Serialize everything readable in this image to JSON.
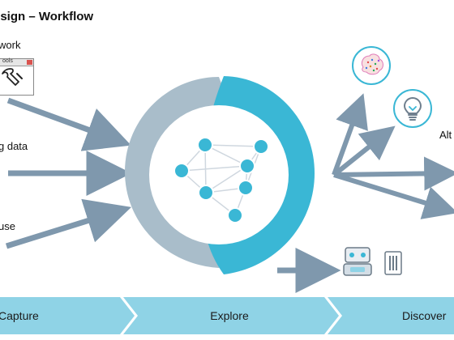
{
  "diagram": {
    "title_fragment": "esign – Workflow",
    "left_labels": {
      "top": "work",
      "middle": "g data",
      "bottom": "use"
    },
    "right_label_fragment": "Alt",
    "mini_window_title": "ools",
    "stages": [
      "Capture",
      "Explore",
      "Discover"
    ],
    "colors": {
      "arrow": "#7f98ad",
      "ring_left": "#a9bdca",
      "ring_right": "#3ab7d5",
      "node": "#3ab7d5",
      "stage_bar": "#8fd3e6"
    },
    "icons": {
      "brain": "brain-icon",
      "lightbulb": "lightbulb-icon",
      "robot": "robot-icon",
      "server": "server-icon",
      "wrench": "wrench-icon"
    }
  }
}
